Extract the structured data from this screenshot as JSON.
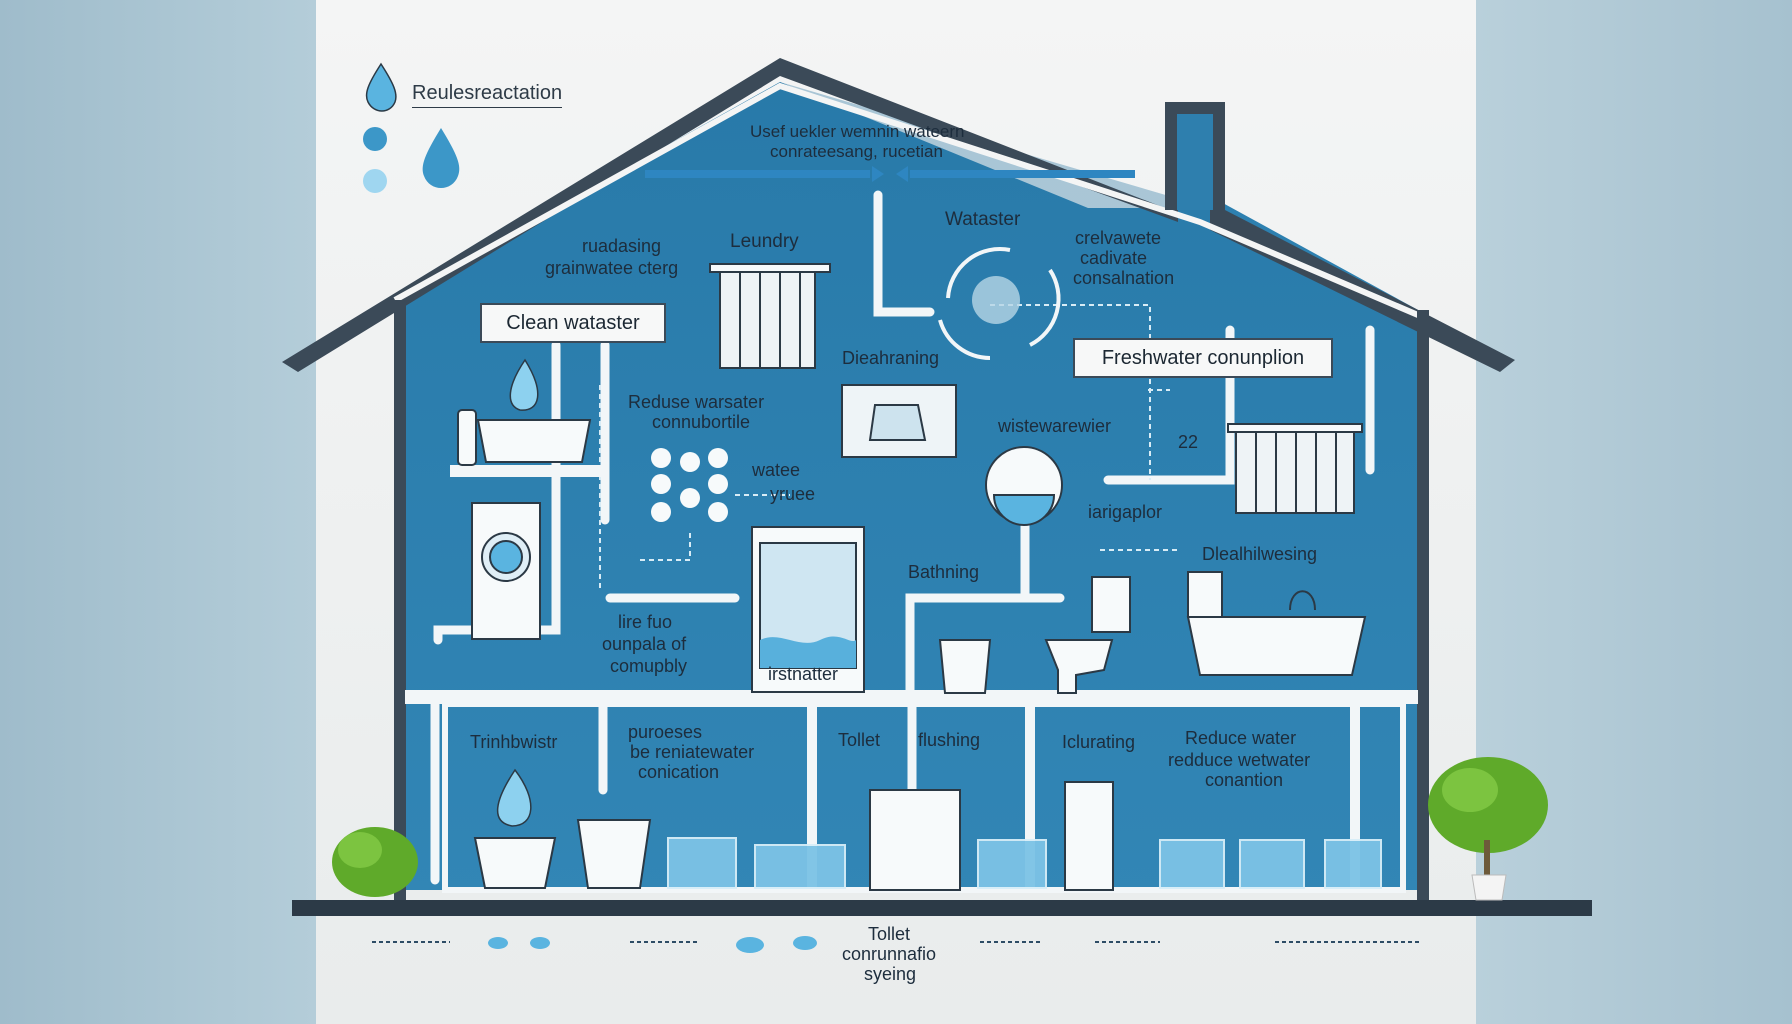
{
  "legend": {
    "title": "Reulesreactation"
  },
  "roof_caption": {
    "line1": "Usef uekler wemnin wateern",
    "line2": "conrateesang, rucetian"
  },
  "labels": {
    "rundasing": "ruadasing",
    "greywater": "grainwatee cterg",
    "laundry": "Leundry",
    "wastewater_cycle": "Wataster",
    "crelvawete": "crelvawete",
    "cadivate": "cadivate",
    "consumption_right": "consalnation",
    "dishwashing_mid": "Dieahraning",
    "reduce": "Reduse warsater",
    "consumberitie": "connubortile",
    "watee": "watee",
    "yruee": "yruee",
    "wistewarewater": "wistewarewier",
    "num_22": "22",
    "irrigaptor": "iarigaplor",
    "fire_line1": "lire fuo",
    "fire_line2": "ounpala of",
    "fire_line3": "comupbly",
    "irstnatter": "irstnatter",
    "bathing": "Bathning",
    "dishwashing_right": "Dlealhilwesing",
    "trinhbwistr": "Trinhbwistr",
    "purposes_1": "puroeses",
    "purposes_2": "be reniatewater",
    "purposes_3": "conication",
    "toilet": "Tollet",
    "flushing": "flushing",
    "iclurating": "Iclurating",
    "reduce_water_1": "Reduce water",
    "reduce_water_2": "redduce wetwater",
    "reduce_water_3": "conantion"
  },
  "boxes": {
    "clean_water": "Clean wataster",
    "freshwater": "Freshwater conunplion"
  },
  "footer": {
    "line1": "Tollet",
    "line2": "conrunnafio",
    "line3": "syeing"
  },
  "colors": {
    "panel_blue": "#2e7fae",
    "roof_dark": "#3b4a58",
    "pipe_white": "#f2f6f8",
    "water_light": "#7cc3e6",
    "drop_blue": "#4aa8d8",
    "plant_green": "#5faa2a"
  }
}
